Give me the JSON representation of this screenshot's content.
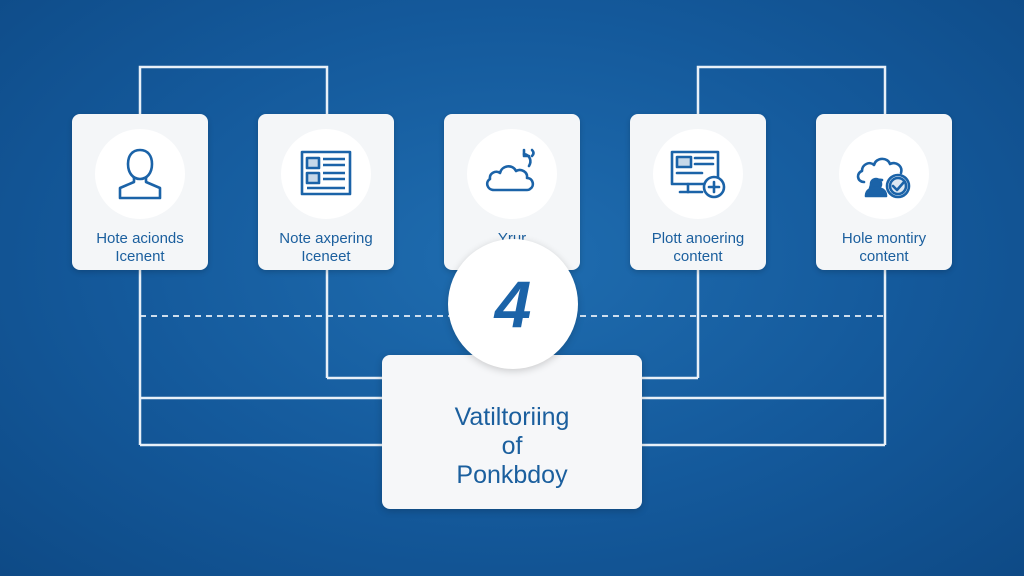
{
  "cards": [
    {
      "icon": "person-icon",
      "line1": "Hote acionds",
      "line2": "Icenent"
    },
    {
      "icon": "document-icon",
      "line1": "Note axpering",
      "line2": "Iceneet"
    },
    {
      "icon": "cloud-refresh-icon",
      "line1": "Yrur",
      "line2": ""
    },
    {
      "icon": "monitor-add-icon",
      "line1": "Plott anoering",
      "line2": "content"
    },
    {
      "icon": "cloud-check-icon",
      "line1": "Hole montiry",
      "line2": "content"
    }
  ],
  "badge": {
    "number": "4"
  },
  "center": {
    "line1": "Vatiltoriing",
    "line2": "of",
    "line3": "Ponkbdoy"
  },
  "colors": {
    "background": "#14599b",
    "accent": "#1b5f9e",
    "line": "#e8f0f8",
    "card": "#f4f6f8"
  }
}
